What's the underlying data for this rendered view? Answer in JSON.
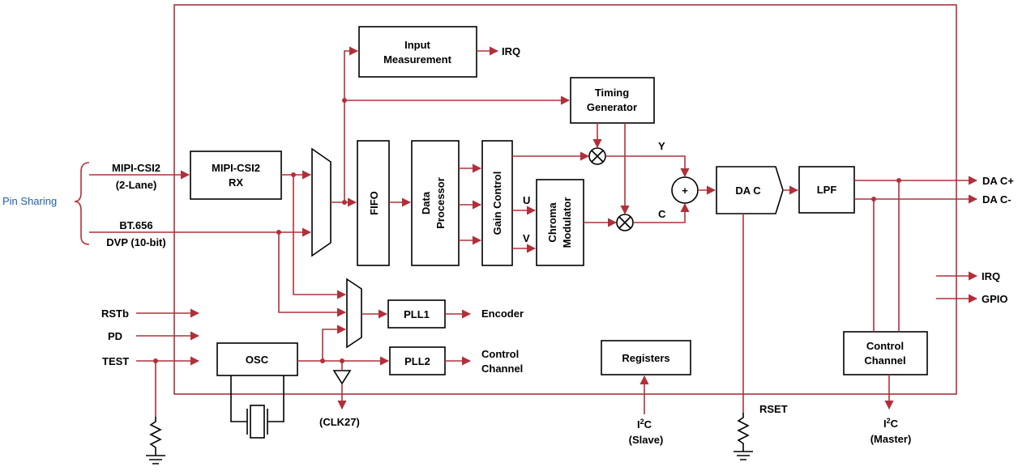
{
  "blocks": {
    "input_measurement": [
      "Input",
      "Measurement"
    ],
    "timing_generator": [
      "Timing",
      "Generator"
    ],
    "mipi_rx": [
      "MIPI-CSI2",
      "RX"
    ],
    "fifo": "FIFO",
    "data_processor": [
      "Data",
      "Processor"
    ],
    "gain_control": "Gain Control",
    "chroma_modulator": [
      "Chroma",
      "Modulator"
    ],
    "dac": "DA C",
    "lpf": "LPF",
    "pll1": "PLL1",
    "pll2": "PLL2",
    "osc": "OSC",
    "registers": "Registers",
    "control_channel": [
      "Control",
      "Channel"
    ],
    "adder": "+"
  },
  "inputs": {
    "pin_sharing": "Pin Sharing",
    "mipi": [
      "MIPI-CSI2",
      "(2-Lane)"
    ],
    "bt656": [
      "BT.656",
      "DVP (10-bit)"
    ],
    "rstb": "RSTb",
    "pd": "PD",
    "test": "TEST"
  },
  "signals": {
    "irq_top": "IRQ",
    "y": "Y",
    "c": "C",
    "u": "U",
    "v": "V",
    "encoder": "Encoder",
    "control_channel_out": [
      "Control",
      "Channel"
    ]
  },
  "outputs": {
    "dac_plus": "DA C+",
    "dac_minus": "DA C-",
    "irq": "IRQ",
    "gpio": "GPIO",
    "rset": "RSET",
    "clk27": "(CLK27)",
    "i2c_slave": {
      "base": "I",
      "sup": "2",
      "suffix": "C",
      "note": "(Slave)"
    },
    "i2c_master": {
      "base": "I",
      "sup": "2",
      "suffix": "C",
      "note": "(Master)"
    }
  },
  "colors": {
    "wire": "#b0303a",
    "block_border": "#000000",
    "pin_sharing_text": "#1f5fa8"
  }
}
